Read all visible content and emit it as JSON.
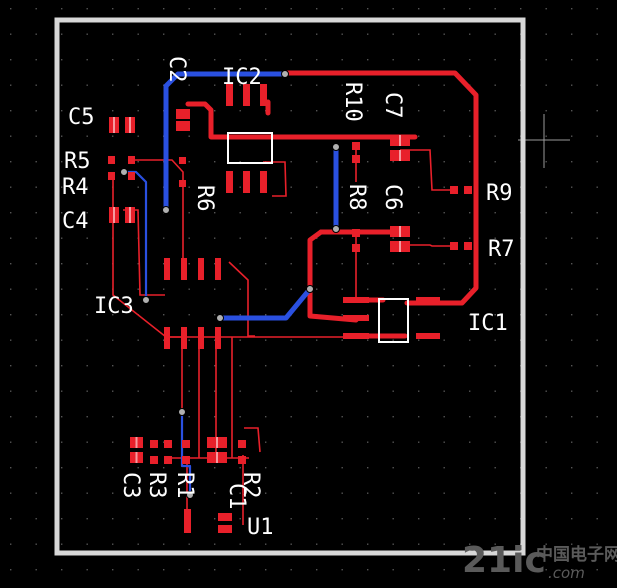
{
  "board": {
    "components": [
      {
        "ref": "IC1"
      },
      {
        "ref": "IC2"
      },
      {
        "ref": "IC3"
      },
      {
        "ref": "U1"
      },
      {
        "ref": "C1"
      },
      {
        "ref": "C2"
      },
      {
        "ref": "C3"
      },
      {
        "ref": "C4"
      },
      {
        "ref": "C5"
      },
      {
        "ref": "C6"
      },
      {
        "ref": "C7"
      },
      {
        "ref": "R1"
      },
      {
        "ref": "R2"
      },
      {
        "ref": "R3"
      },
      {
        "ref": "R4"
      },
      {
        "ref": "R5"
      },
      {
        "ref": "R6"
      },
      {
        "ref": "R7"
      },
      {
        "ref": "R8"
      },
      {
        "ref": "R9"
      },
      {
        "ref": "R10"
      }
    ],
    "colors": {
      "background": "#000000",
      "outline": "#d8d8d8",
      "top_copper": "#e8202a",
      "bottom_copper": "#2a50e0",
      "silkscreen": "#ffffff",
      "grid": "#555555"
    }
  },
  "watermark": {
    "logo": "21ic",
    "cn": "中国电子网",
    "domain": ".com"
  }
}
